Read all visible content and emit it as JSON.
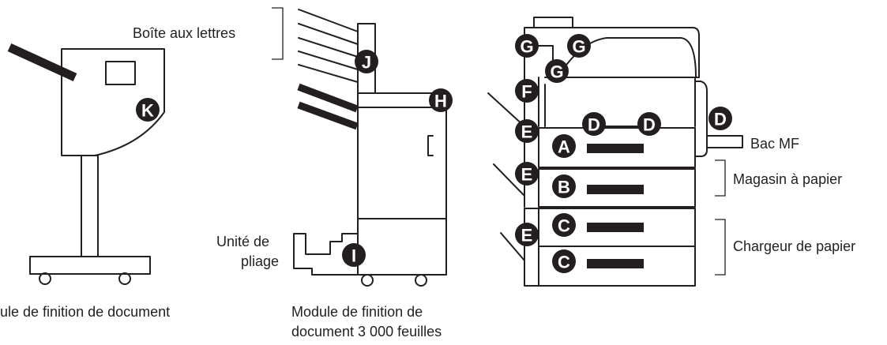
{
  "labels": {
    "mailbox": "Boîte aux lettres",
    "folding_unit_line1": "Unité de",
    "folding_unit_line2": "pliage",
    "mp_tray": "Bac MF",
    "paper_cassette": "Magasin à papier",
    "paper_feeder": "Chargeur de papier",
    "finisher_left": "ule de finition de document",
    "finisher_3000_line1": "Module de finition de",
    "finisher_3000_line2": "document 3 000 feuilles"
  },
  "badges": {
    "A": "A",
    "B": "B",
    "C": "C",
    "D": "D",
    "E": "E",
    "F": "F",
    "G": "G",
    "H": "H",
    "I": "I",
    "J": "J",
    "K": "K"
  },
  "colors": {
    "ink": "#231f20",
    "badge_text": "#ffffff",
    "background": "#ffffff"
  }
}
